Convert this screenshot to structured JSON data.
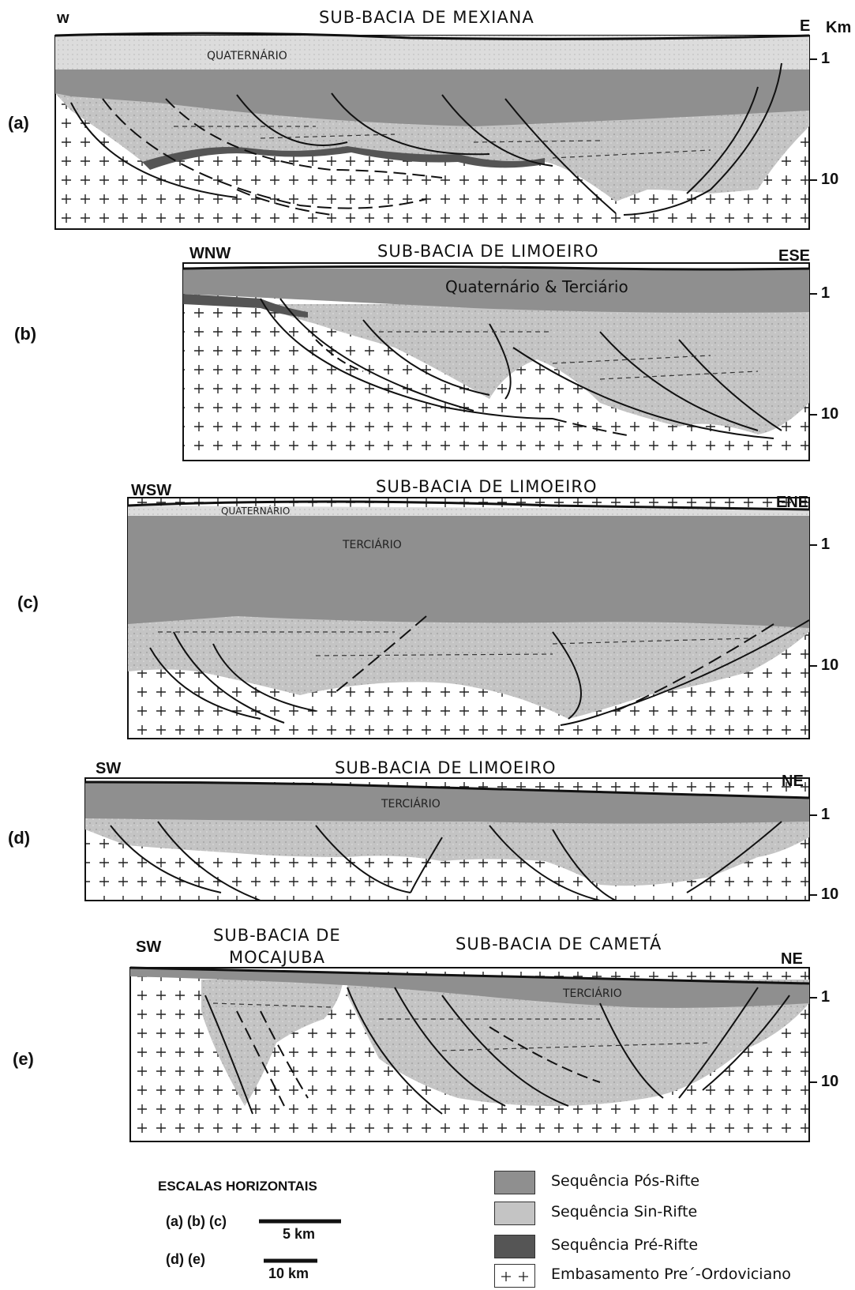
{
  "colors": {
    "pos_rifte": "#8f8f8f",
    "sin_rifte": "#c4c4c4",
    "pre_rifte": "#555555",
    "quaternario": "#dcdcdc",
    "embasamento": "#ffffff",
    "ink": "#111111"
  },
  "depth_unit": "Km",
  "sections": [
    {
      "label": "(a)",
      "title": "SUB-BACIA DE MEXIANA",
      "left_dir": "w",
      "right_dir": "E",
      "units": [
        "QUATERNÁRIO"
      ],
      "depth_ticks": [
        "1",
        "10"
      ]
    },
    {
      "label": "(b)",
      "title": "SUB-BACIA DE LIMOEIRO",
      "left_dir": "WNW",
      "right_dir": "ESE",
      "units": [
        "Quaternário & Terciário"
      ],
      "depth_ticks": [
        "1",
        "10"
      ]
    },
    {
      "label": "(c)",
      "title": "SUB-BACIA DE LIMOEIRO",
      "left_dir": "WSW",
      "right_dir": "ENE",
      "units": [
        "QUATERNÁRIO",
        "TERCIÁRIO"
      ],
      "depth_ticks": [
        "1",
        "10"
      ]
    },
    {
      "label": "(d)",
      "title": "SUB-BACIA DE LIMOEIRO",
      "left_dir": "SW",
      "right_dir": "NE",
      "units": [
        "TERCIÁRIO"
      ],
      "depth_ticks": [
        "1",
        "10"
      ]
    },
    {
      "label": "(e)",
      "title": "SUB-BACIA DE CAMETÁ",
      "title2_line1": "SUB-BACIA DE",
      "title2_line2": "MOCAJUBA",
      "left_dir": "SW",
      "right_dir": "NE",
      "units": [
        "TERCIÁRIO"
      ],
      "depth_ticks": [
        "1",
        "10"
      ]
    }
  ],
  "scales": {
    "title": "ESCALAS HORIZONTAIS",
    "row1_label": "(a) (b) (c)",
    "row1_value": "5 km",
    "row2_label": "(d) (e)",
    "row2_value": "10 km"
  },
  "legend": [
    {
      "label": "Sequência Pós-Rifte",
      "color": "#8f8f8f"
    },
    {
      "label": "Sequência Sin-Rifte",
      "color": "#c4c4c4"
    },
    {
      "label": "Sequência Pré-Rifte",
      "color": "#555555"
    },
    {
      "label": "Embasamento Pre´-Ordoviciano",
      "color": "#ffffff"
    }
  ]
}
